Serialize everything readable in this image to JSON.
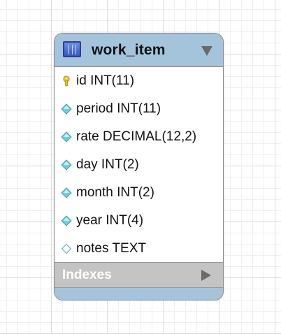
{
  "table": {
    "name": "work_item",
    "header_color": "#a4c4dc",
    "icon": "table-icon",
    "collapse_icon": "collapse-triangle-icon",
    "columns": [
      {
        "label": "id INT(11)",
        "icon": "primary-key-icon"
      },
      {
        "label": "period INT(11)",
        "icon": "column-not-null-icon"
      },
      {
        "label": "rate DECIMAL(12,2)",
        "icon": "column-not-null-icon"
      },
      {
        "label": "day INT(2)",
        "icon": "column-not-null-icon"
      },
      {
        "label": "month INT(2)",
        "icon": "column-not-null-icon"
      },
      {
        "label": "year INT(4)",
        "icon": "column-not-null-icon"
      },
      {
        "label": "notes TEXT",
        "icon": "column-nullable-icon"
      }
    ],
    "indexes": {
      "label": "Indexes",
      "icon": "expand-triangle-icon",
      "bar_color": "#c4c4c4"
    }
  }
}
